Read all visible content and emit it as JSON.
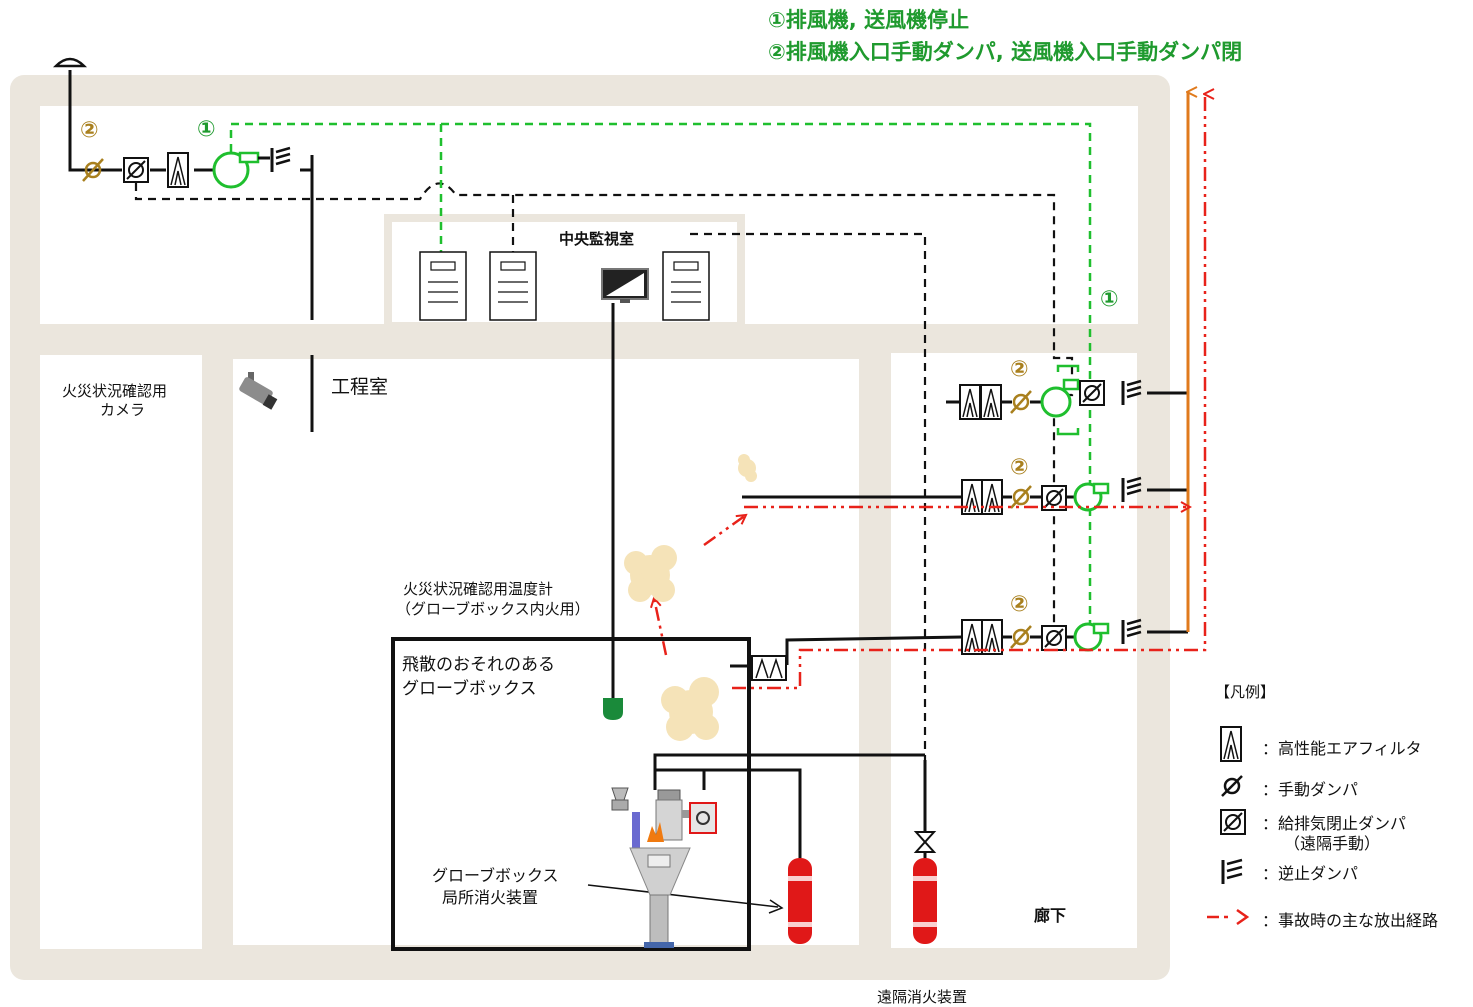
{
  "notes": {
    "step1": "①排風機, 送風機停止",
    "step2": "②排風機入口手動ダンパ, 送風機入口手動ダンパ閉"
  },
  "markers": {
    "step1": "①",
    "step2": "②"
  },
  "rooms": {
    "control_room": "中央監視室",
    "process_room": "工程室",
    "corridor": "廊下"
  },
  "labels": {
    "fire_camera_line1": "火災状況確認用",
    "fire_camera_line2": "カメラ",
    "thermometer_line1": "火災状況確認用温度計",
    "thermometer_line2": "（グローブボックス内火用）",
    "glovebox_line1": "飛散のおそれのある",
    "glovebox_line2": "グローブボックス",
    "local_ext_line1": "グローブボックス",
    "local_ext_line2": "局所消火装置",
    "remote_ext": "遠隔消火装置"
  },
  "legend": {
    "title": "【凡例】",
    "items": [
      {
        "icon": "hepa-filter-icon",
        "text": "：高性能エアフィルタ"
      },
      {
        "icon": "manual-damper-icon",
        "text": "：手動ダンパ"
      },
      {
        "icon": "isolation-damper-icon",
        "text": "：給排気閉止ダンパ"
      },
      {
        "icon": "",
        "text": "（遠隔手動）"
      },
      {
        "icon": "check-damper-icon",
        "text": "：逆止ダンパ"
      },
      {
        "icon": "release-path-icon",
        "text": "：事故時の主な放出経路"
      }
    ]
  },
  "colors": {
    "wall": "#ebe6dd",
    "green_signal": "#1fbf2e",
    "release_path": "#e8221a",
    "exhaust_duct": "#e07a1c",
    "extinguisher": "#e01818",
    "smoke": "#f5e3b8"
  }
}
